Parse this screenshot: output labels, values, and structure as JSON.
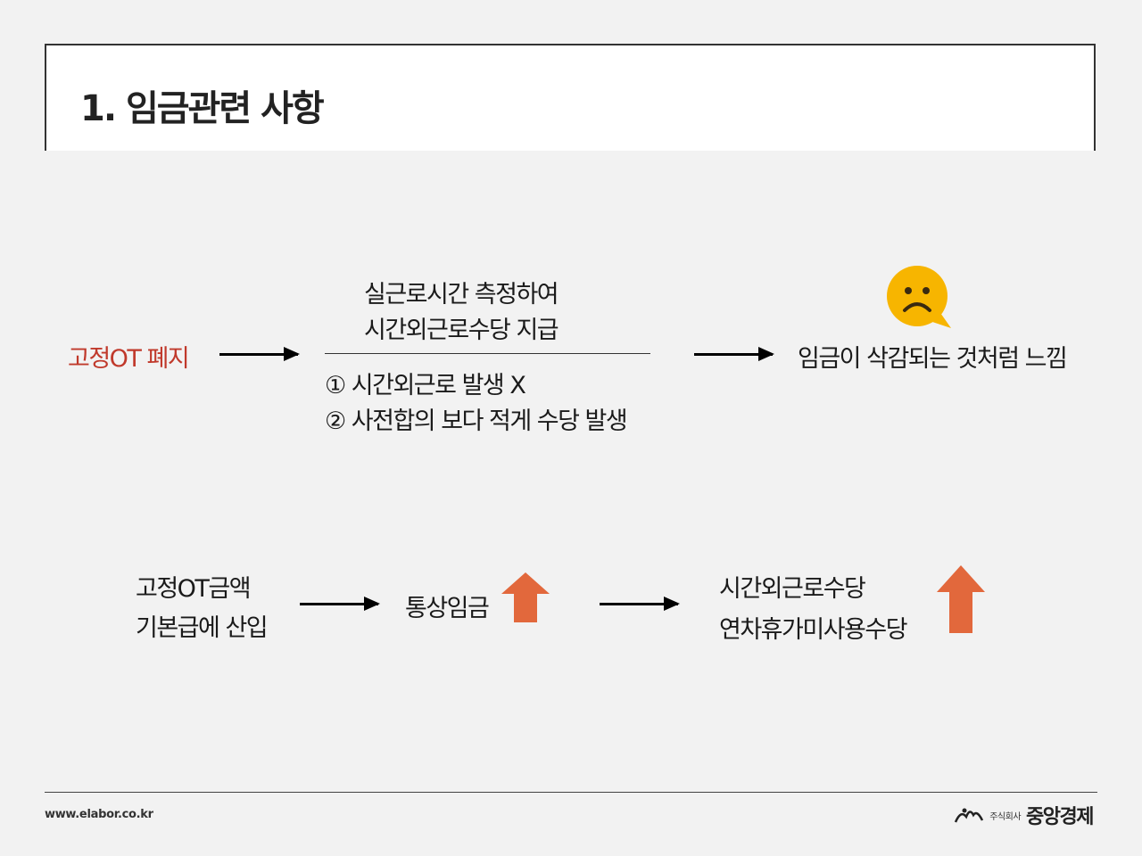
{
  "title": "1. 임금관련 사항",
  "row1": {
    "left": "고정OT 폐지",
    "top_lines": [
      "실근로시간 측정하여",
      "시간외근로수당 지급"
    ],
    "bottom_lines": [
      "① 시간외근로 발생 X",
      "② 사전합의 보다 적게 수당 발생"
    ],
    "right": "임금이 삭감되는 것처럼 느낌"
  },
  "row2": {
    "left_lines": [
      "고정OT금액",
      "기본급에 산입"
    ],
    "middle": "통상임금",
    "right_lines": [
      "시간외근로수당",
      "연차휴가미사용수당"
    ]
  },
  "colors": {
    "accent_red": "#c0392b",
    "arrow_orange": "#e2683c",
    "emoji_yellow": "#f7b500"
  },
  "icons": [
    "sad-face-icon",
    "up-arrow-icon"
  ],
  "footer": {
    "url": "www.elabor.co.kr",
    "company_small": "주식회사",
    "company_name": "중앙경제"
  }
}
